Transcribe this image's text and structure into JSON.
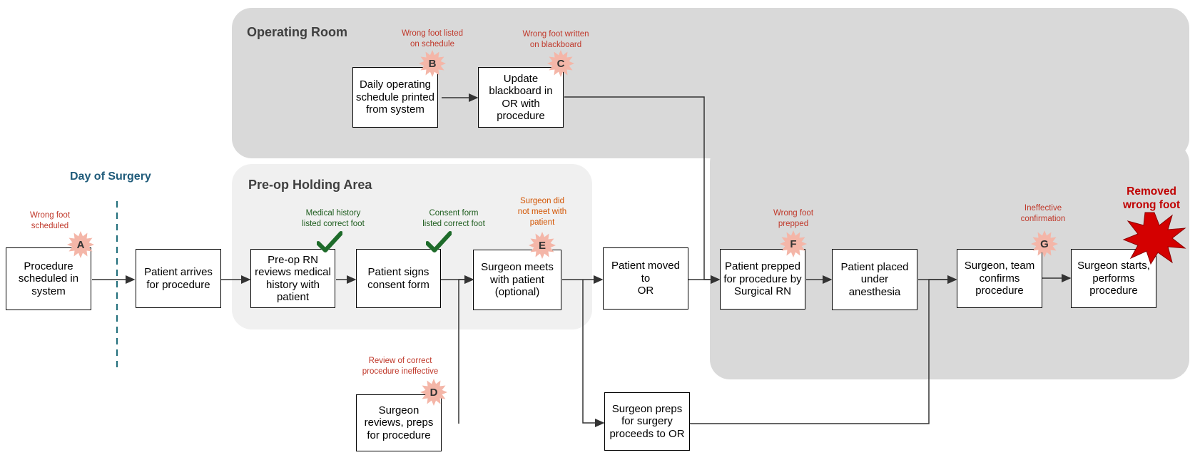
{
  "regions": {
    "operating_room": "Operating Room",
    "preop_holding": "Pre-op Holding Area"
  },
  "day_of_surgery": "Day of Surgery",
  "boxes": {
    "procedure_scheduled": [
      "Procedure",
      "scheduled in",
      "system"
    ],
    "patient_arrives": [
      "Patient arrives",
      "for procedure"
    ],
    "preop_rn": [
      "Pre-op RN",
      "reviews medical",
      "history with",
      "patient"
    ],
    "patient_signs": [
      "Patient signs",
      "consent form"
    ],
    "surgeon_meets": [
      "Surgeon meets",
      "with patient",
      "(optional)"
    ],
    "patient_moved": [
      "Patient moved to",
      "OR"
    ],
    "patient_prepped": [
      "Patient prepped",
      "for procedure by",
      "Surgical RN"
    ],
    "patient_anesthesia": [
      "Patient placed",
      "under",
      "anesthesia"
    ],
    "surgeon_team_confirms": [
      "Surgeon, team",
      "confirms",
      "procedure"
    ],
    "surgeon_starts": [
      "Surgeon starts,",
      "performs",
      "procedure"
    ],
    "daily_schedule": [
      "Daily operating",
      "schedule printed",
      "from system"
    ],
    "update_blackboard": [
      "Update",
      "blackboard in",
      "OR with",
      "procedure"
    ],
    "surgeon_reviews": [
      "Surgeon",
      "reviews, preps",
      "for procedure"
    ],
    "surgeon_preps": [
      "Surgeon preps",
      "for surgery",
      "proceeds to OR"
    ]
  },
  "notes": {
    "a": [
      "Wrong foot",
      "scheduled"
    ],
    "b": [
      "Wrong foot listed",
      "on schedule"
    ],
    "c": [
      "Wrong foot written",
      "on blackboard"
    ],
    "d": [
      "Review of correct",
      "procedure ineffective"
    ],
    "e": [
      "Surgeon did",
      "not meet with",
      "patient"
    ],
    "f": [
      "Wrong foot",
      "prepped"
    ],
    "g": [
      "Ineffective",
      "confirmation"
    ],
    "medical_history": [
      "Medical history",
      "listed correct foot"
    ],
    "consent_form": [
      "Consent form",
      "listed correct foot"
    ]
  },
  "markers": {
    "a": "A",
    "b": "B",
    "c": "C",
    "d": "D",
    "e": "E",
    "f": "F",
    "g": "G"
  },
  "removed_wrong_foot": [
    "Removed",
    "wrong foot"
  ],
  "colors": {
    "operating_room_bg": "#d9d9d9",
    "preop_bg": "#f0f0f0",
    "error_text": "#c0392b",
    "ok_text": "#1e5d1e",
    "warn_text": "#d35400",
    "burst_fill": "#f4b6a8",
    "check_color": "#1e6b2a",
    "explosion_fill": "#d40000",
    "day_title": "#1f5b7a"
  },
  "icons": {
    "marker": "starburst-icon",
    "ok": "checkmark-icon",
    "failure": "explosion-icon"
  }
}
